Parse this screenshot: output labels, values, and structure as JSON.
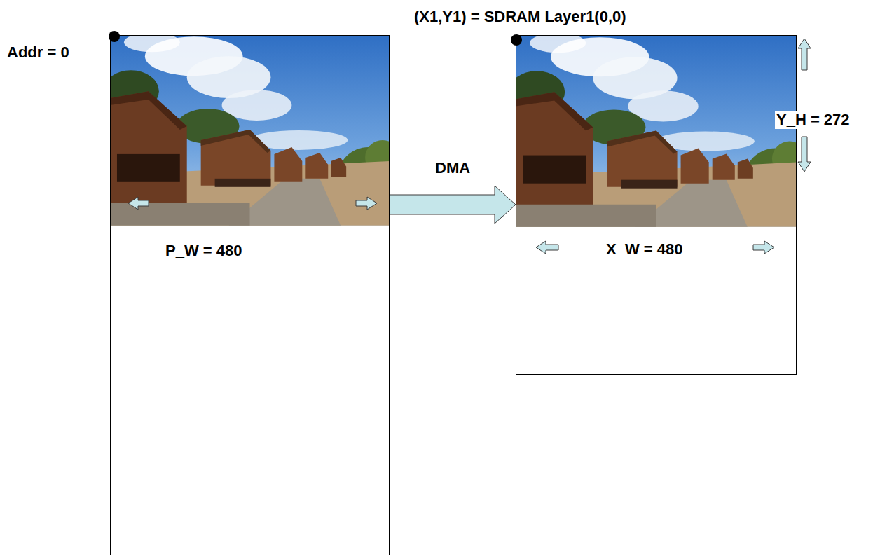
{
  "diagram": {
    "nodes": [
      {
        "text": [
          "P_W = 480"
        ]
      },
      {
        "text": [
          "(X1,Y1) = SDRAM Layer1(0,0)",
          "X_W = 480"
        ]
      }
    ],
    "edges": [
      {
        "from": 0,
        "to": 1,
        "arrow": "to",
        "label": "DMA"
      }
    ],
    "labels": [
      "Addr = 0",
      "Y_H = 272"
    ]
  }
}
